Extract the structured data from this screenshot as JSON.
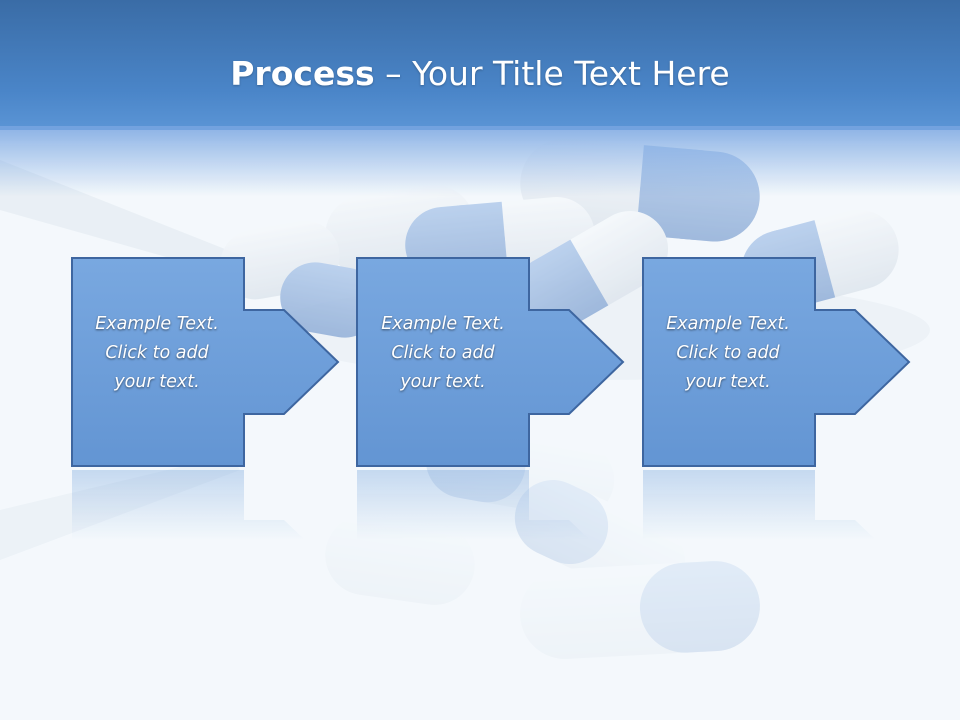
{
  "slide": {
    "title_bold": "Process",
    "title_rest": " – Your Title Text Here"
  },
  "steps": [
    {
      "line1": "Example Text.",
      "line2": "Click  to add",
      "line3": "your text."
    },
    {
      "line1": "Example Text.",
      "line2": "Click  to add",
      "line3": "your text."
    },
    {
      "line1": "Example Text.",
      "line2": "Click  to add",
      "line3": "your text."
    }
  ],
  "colors": {
    "header": "#4a85c8",
    "box_fill": "#6e9fd9",
    "box_border": "#3e66a0",
    "pill_blue": "#6f98d3",
    "pill_white": "#e7edf5"
  }
}
